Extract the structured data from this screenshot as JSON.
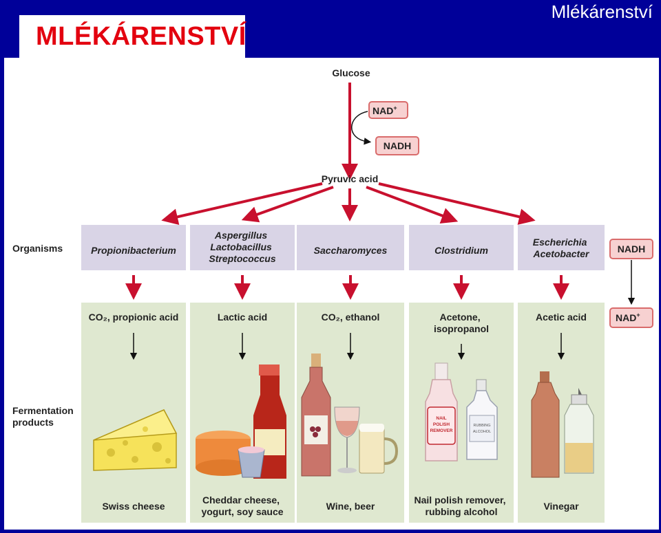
{
  "slide": {
    "title": "MLÉKÁRENSTVÍ",
    "corner_title": "Mlékárenství"
  },
  "diagram": {
    "glucose": "Glucose",
    "nad_plus": "NAD",
    "nad_sup": "+",
    "nadh": "NADH",
    "pyruvic_acid": "Pyruvic acid",
    "row_labels": {
      "organisms": "Organisms",
      "fermentation": [
        "Fermentation",
        "products"
      ]
    },
    "columns": [
      {
        "organisms": [
          "Propionibacterium"
        ],
        "product_lines": [
          "CO₂, propionic acid"
        ],
        "food": [
          "Swiss cheese"
        ]
      },
      {
        "organisms": [
          "Aspergillus",
          "Lactobacillus",
          "Streptococcus"
        ],
        "product_lines": [
          "Lactic acid"
        ],
        "food": [
          "Cheddar cheese,",
          "yogurt, soy sauce"
        ]
      },
      {
        "organisms": [
          "Saccharomyces"
        ],
        "product_lines": [
          "CO₂, ethanol"
        ],
        "food": [
          "Wine, beer"
        ]
      },
      {
        "organisms": [
          "Clostridium"
        ],
        "product_lines": [
          "Acetone,",
          "isopropanol"
        ],
        "food": [
          "Nail polish remover,",
          "rubbing alcohol"
        ]
      },
      {
        "organisms": [
          "Escherichia",
          "Acetobacter"
        ],
        "product_lines": [
          "Acetic acid"
        ],
        "food": [
          "Vinegar"
        ]
      }
    ],
    "illustration_labels": {
      "nail_bottle": [
        "NAIL",
        "POLISH",
        "REMOVER"
      ],
      "rubbing_bottle": [
        "RUBBING",
        "ALCOHOL"
      ]
    },
    "colors": {
      "arrow_red": "#c8102e",
      "organism_box": "#d9d4e6",
      "product_column": "#dfe8d0",
      "nad_box_fill": "#f7d1d1",
      "nad_box_border": "#d96b6b",
      "slide_background": "#000099",
      "title_red": "#e3000f"
    }
  }
}
